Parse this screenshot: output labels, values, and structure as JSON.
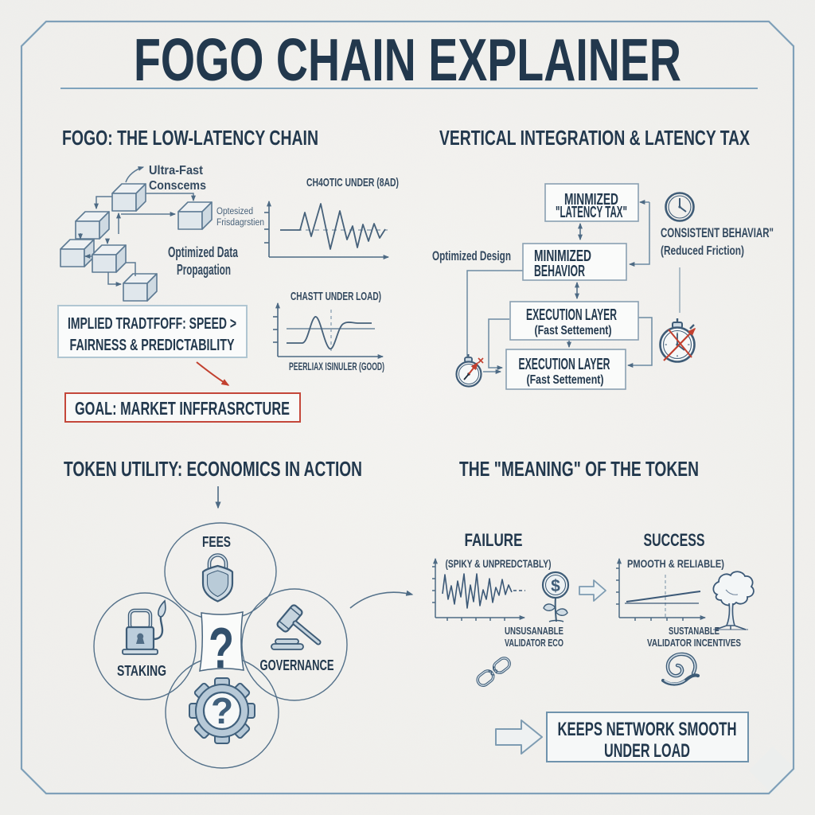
{
  "title": "FOGO CHAIN EXPLAINER",
  "sections": {
    "low_latency": {
      "heading": "FOGO: THE LOW-LATENCY CHAIN",
      "label_ultra_fast_line1": "Ultra-Fast",
      "label_ultra_fast_line2": "Conscems",
      "label_optimized_block_line1": "Optesized",
      "label_optimized_block_line2": "Frisdagrstien",
      "label_propagation_line1": "Optimized Data",
      "label_propagation_line2": "Propagation",
      "chart_chaotic_title": "CH4OTIC UNDER (8AD)",
      "chart_calm_title": "CHASTT UNDER LOAD)",
      "chart_calm_caption": "PEERLIAX ISINULER (GOOD)",
      "tradeoff_box_line1": "IMPLIED TRADTFOFF: SPEED >",
      "tradeoff_box_line2": "FAIRNESS & PREDICTABILITY",
      "goal_box": "GOAL: MARKET INFFRASRCTURE"
    },
    "vertical_integration": {
      "heading": "VERTICAL INTEGRATION & LATENCY TAX",
      "box_latency_tax_line1": "MINMIZED",
      "box_latency_tax_line2": "\"LATENCY TAX\"",
      "box_behavior_line1": "MINIMIZED",
      "box_behavior_line2": "BEHAVIOR",
      "box_execution1_line1": "EXECUTION LAYER",
      "box_execution1_line2": "(Fast Settement)",
      "box_execution2_line1": "EXECUTION LAYER",
      "box_execution2_line2": "(Fast Settement)",
      "label_optimized_design": "Optimized Design",
      "label_consistent_line1": "CONSISTENT BEHAVIAR\"",
      "label_consistent_line2": "(Reduced Friction)"
    },
    "token_utility": {
      "heading": "TOKEN UTILITY: ECONOMICS IN ACTION",
      "circle_fees": "FEES",
      "circle_staking": "STAKING",
      "circle_governance": "GOVERNANCE",
      "center_symbol": "?",
      "gear_symbol": "?"
    },
    "token_meaning": {
      "heading": "THE \"MEANING\" OF THE TOKEN",
      "failure_label": "FAILURE",
      "failure_subtitle": "(SPIKY & UNPREDCTABLY)",
      "failure_caption_line1": "UNSUSANABLE",
      "failure_caption_line2": "VALIDATOR ECO",
      "coin_symbol": "$",
      "success_label": "SUCCESS",
      "success_subtitle": "PMOOTH & RELIABLE)",
      "success_caption_line1": "SUSTANABLE",
      "success_caption_line2": "VALIDATOR INCENTIVES",
      "outcome_box_line1": "KEEPS NETWORK SMOOTH",
      "outcome_box_line2": "UNDER LOAD"
    }
  },
  "colors": {
    "background": "#f2f1ee",
    "frame": "#7fa0b9",
    "ink_dark": "#22384d",
    "ink_line": "#4d6a84",
    "icon_fill": "#c9d6e0",
    "red": "#c2402f",
    "box_fill": "#fafbfa"
  }
}
